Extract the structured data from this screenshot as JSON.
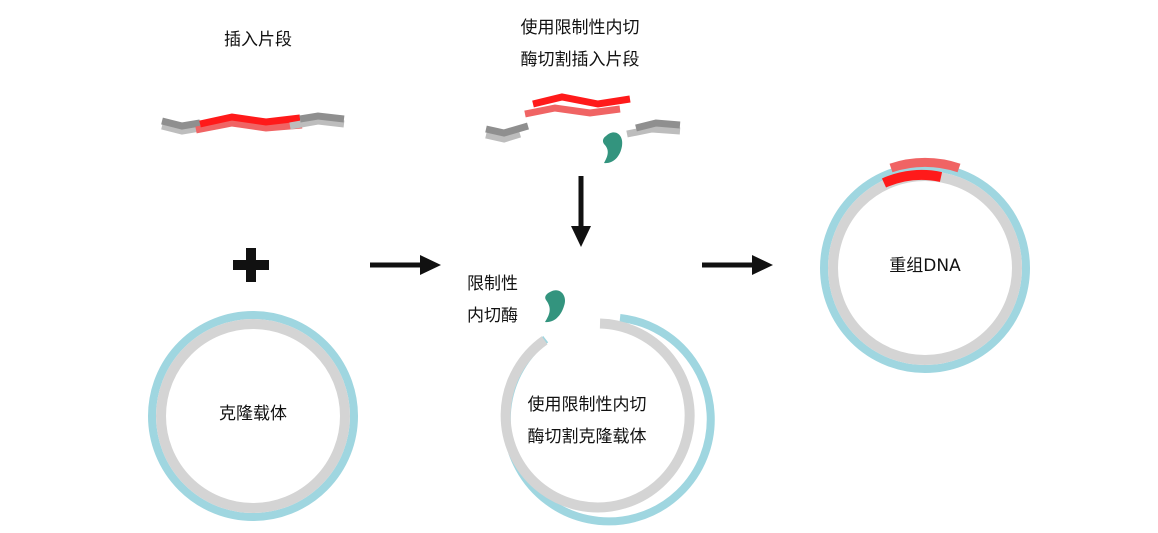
{
  "labels": {
    "insert_fragment": "插入片段",
    "cut_insert_line1": "使用限制性内切",
    "cut_insert_line2": "酶切割插入片段",
    "enzyme_line1": "限制性",
    "enzyme_line2": "内切酶",
    "cloning_vector": "克隆载体",
    "cut_vector_line1": "使用限制性内切",
    "cut_vector_line2": "酶切割克隆载体",
    "recombinant_dna": "重组DNA"
  },
  "colors": {
    "insert_dark": "#ff1a1a",
    "insert_light": "#f06464",
    "flank_dark": "#8f8f8f",
    "flank_light": "#bdbdbd",
    "vector_outer": "#9fd6e0",
    "vector_inner": "#d4d4d4",
    "enzyme": "#33947e",
    "arrow": "#111111"
  }
}
